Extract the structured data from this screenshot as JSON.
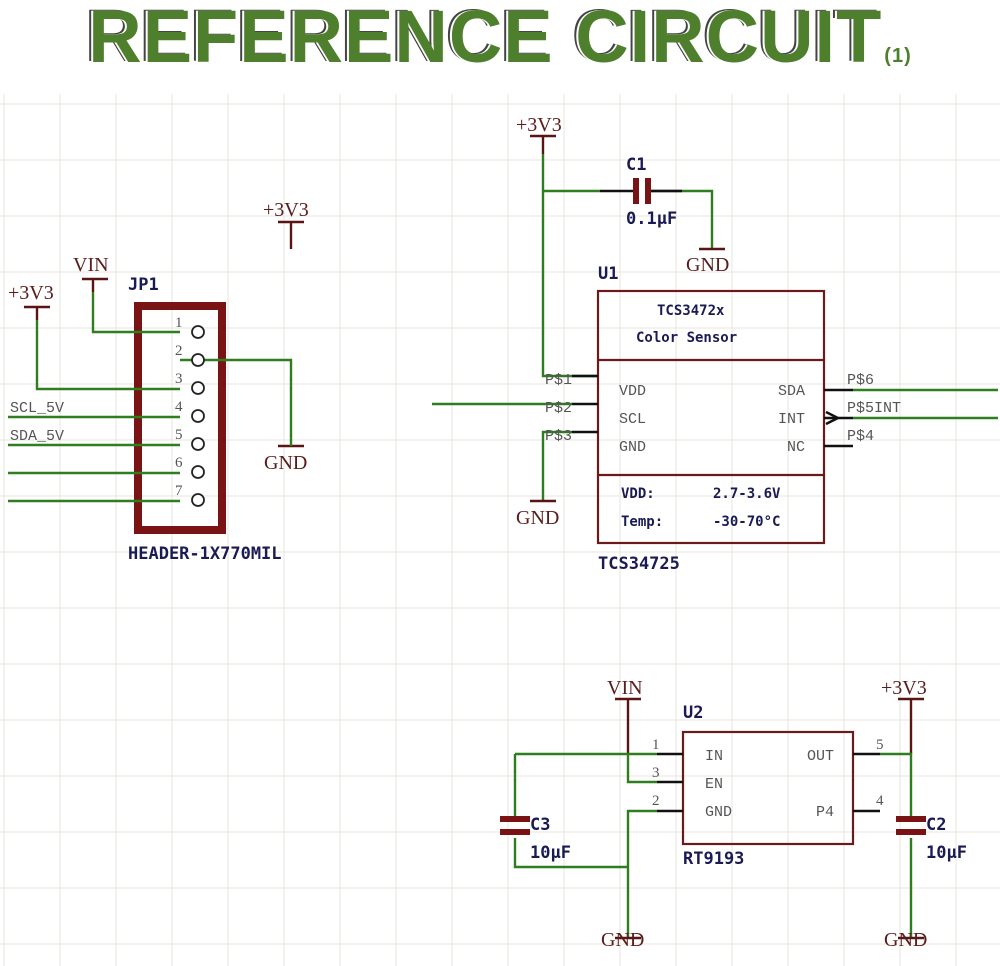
{
  "title": {
    "main": "REFERENCE CIRCUIT",
    "footnote": "(1)"
  },
  "colors": {
    "title_green": "#4e7f2c",
    "wire_green": "#2e7d1f",
    "symbol_red": "#6b1a1a",
    "ref_blue": "#1a1a55"
  },
  "header": {
    "ref": "JP1",
    "part": "HEADER-1X770MIL",
    "pins": [
      "1",
      "2",
      "3",
      "4",
      "5",
      "6",
      "7"
    ],
    "net_labels": {
      "scl": "SCL_5V",
      "sda": "SDA_5V"
    },
    "power": {
      "vin": "VIN",
      "v33": "+3V3",
      "gnd": "GND"
    },
    "floating_power": "+3V3"
  },
  "c1": {
    "ref": "C1",
    "value": "0.1µF",
    "power": "+3V3",
    "gnd": "GND"
  },
  "u1": {
    "ref": "U1",
    "part": "TCS34725",
    "desc_line1": "TCS3472x",
    "desc_line2": "Color Sensor",
    "left_pins": [
      {
        "num": "P$1",
        "name": "VDD"
      },
      {
        "num": "P$2",
        "name": "SCL"
      },
      {
        "num": "P$3",
        "name": "GND"
      }
    ],
    "right_pins": [
      {
        "num": "P$6",
        "name": "SDA"
      },
      {
        "num": "P$5INT",
        "name": "INT"
      },
      {
        "num": "P$4",
        "name": "NC"
      }
    ],
    "spec_vdd_label": "VDD:",
    "spec_vdd_value": "2.7-3.6V",
    "spec_temp_label": "Temp:",
    "spec_temp_value": "-30-70°C",
    "gnd": "GND"
  },
  "u2": {
    "ref": "U2",
    "part": "RT9193",
    "left_pins": [
      {
        "num": "1",
        "name": "IN"
      },
      {
        "num": "3",
        "name": "EN"
      },
      {
        "num": "2",
        "name": "GND"
      }
    ],
    "right_pins": [
      {
        "num": "5",
        "name": "OUT"
      },
      {
        "num": "4",
        "name": "P4"
      }
    ],
    "vin": "VIN",
    "v33": "+3V3",
    "gnd_left": "GND",
    "gnd_right": "GND"
  },
  "c3": {
    "ref": "C3",
    "value": "10µF"
  },
  "c2": {
    "ref": "C2",
    "value": "10µF"
  }
}
